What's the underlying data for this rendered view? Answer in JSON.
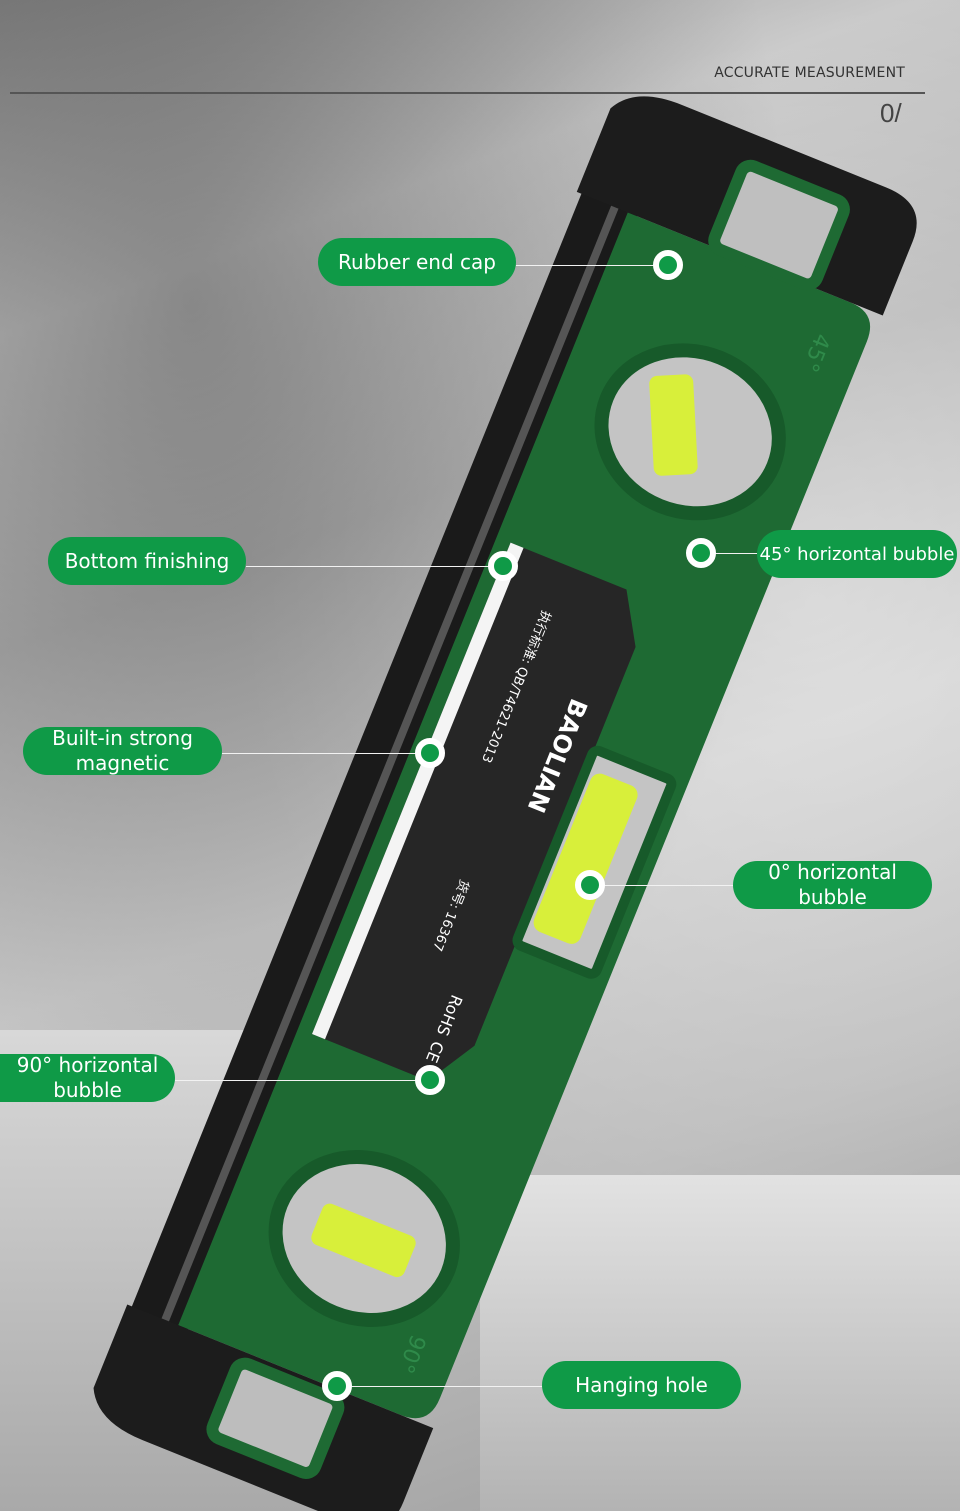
{
  "header": {
    "title": "ACCURATE MEASUREMENT",
    "number": "0/"
  },
  "product": {
    "brand": "BAOLIAN",
    "standard": "执行标准: QB/T4621-2013",
    "model": "货号: 16367",
    "marks": [
      "RoHS",
      "CE"
    ],
    "angle_marks": [
      "45°",
      "90°"
    ],
    "colors": {
      "body": "#1e6a33",
      "cap": "#1c1c1c",
      "vial": "#d8ef3a",
      "accent": "#0f9a47"
    }
  },
  "callouts": [
    {
      "label": "Rubber end cap"
    },
    {
      "label": "Bottom finishing"
    },
    {
      "label": "Built-in strong magnetic"
    },
    {
      "label": "45° horizontal bubble"
    },
    {
      "label": "0° horizontal bubble"
    },
    {
      "label": "90° horizontal bubble"
    },
    {
      "label": "Hanging hole"
    }
  ]
}
